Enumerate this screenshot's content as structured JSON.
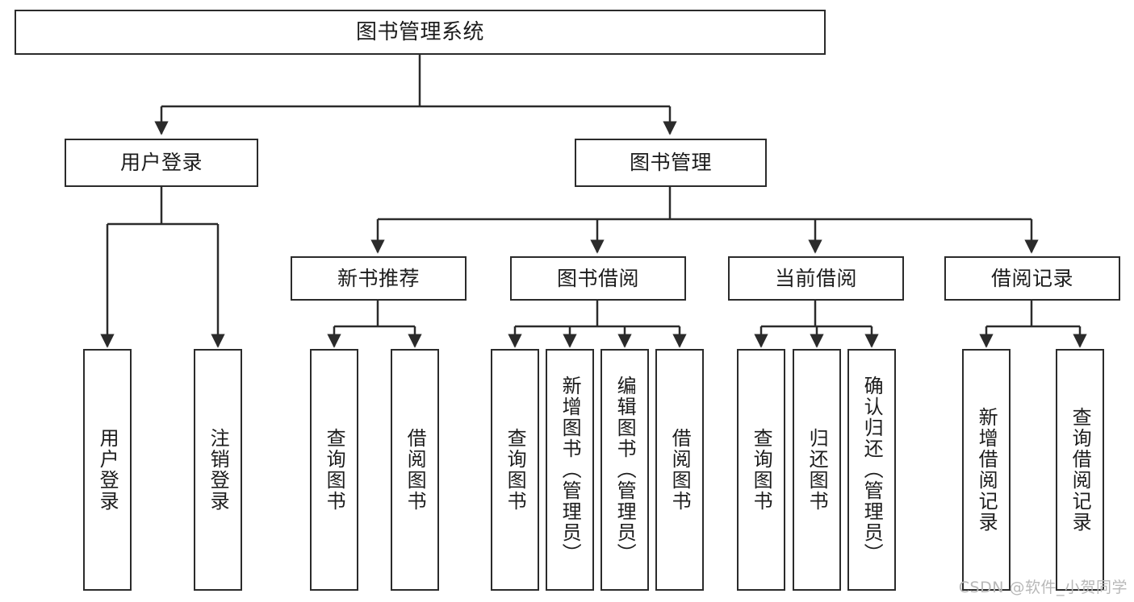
{
  "diagram": {
    "title": "图书管理系统",
    "type": "tree-hierarchy",
    "root": {
      "id": "root",
      "label": "图书管理系统"
    },
    "level2": [
      {
        "id": "user-login",
        "label": "用户登录"
      },
      {
        "id": "book-manage",
        "label": "图书管理"
      }
    ],
    "level3": [
      {
        "id": "new-book-rec",
        "label": "新书推荐",
        "parent": "book-manage"
      },
      {
        "id": "book-borrow",
        "label": "图书借阅",
        "parent": "book-manage"
      },
      {
        "id": "current-borrow",
        "label": "当前借阅",
        "parent": "book-manage"
      },
      {
        "id": "borrow-record",
        "label": "借阅记录",
        "parent": "book-manage"
      }
    ],
    "leaves": [
      {
        "id": "leaf-user-login",
        "label": "用户登录",
        "parent": "user-login"
      },
      {
        "id": "leaf-logout-login",
        "label": "注销登录",
        "parent": "user-login"
      },
      {
        "id": "leaf-query-book-1",
        "label": "查询图书",
        "parent": "new-book-rec"
      },
      {
        "id": "leaf-borrow-book-1",
        "label": "借阅图书",
        "parent": "new-book-rec"
      },
      {
        "id": "leaf-query-book-2",
        "label": "查询图书",
        "parent": "book-borrow"
      },
      {
        "id": "leaf-add-book",
        "label": "新增图书（管理员）",
        "parent": "book-borrow"
      },
      {
        "id": "leaf-edit-book",
        "label": "编辑图书（管理员）",
        "parent": "book-borrow"
      },
      {
        "id": "leaf-borrow-book-2",
        "label": "借阅图书",
        "parent": "book-borrow"
      },
      {
        "id": "leaf-query-book-3",
        "label": "查询图书",
        "parent": "current-borrow"
      },
      {
        "id": "leaf-return-book",
        "label": "归还图书",
        "parent": "current-borrow"
      },
      {
        "id": "leaf-confirm-return",
        "label": "确认归还（管理员）",
        "parent": "current-borrow"
      },
      {
        "id": "leaf-add-record",
        "label": "新增借阅记录",
        "parent": "borrow-record"
      },
      {
        "id": "leaf-query-record",
        "label": "查询借阅记录",
        "parent": "borrow-record"
      }
    ]
  },
  "watermark": {
    "text": "CSDN @软件_小贺同学"
  },
  "colors": {
    "stroke": "#2b2b2b",
    "node_fill": "#ffffff",
    "text": "#1c1c1c",
    "watermark": "#b8b8b8",
    "background": "#ffffff"
  }
}
